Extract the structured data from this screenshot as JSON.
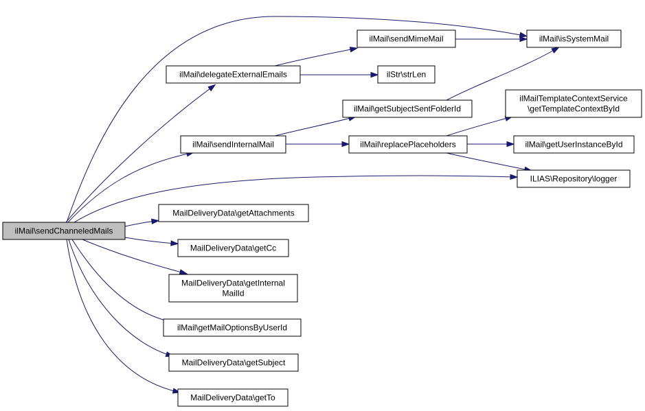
{
  "graph": {
    "nodes": [
      {
        "id": "sendChanneledMails",
        "lines": [
          "ilMail\\sendChanneledMails"
        ],
        "root": true
      },
      {
        "id": "delegateExternalEmails",
        "lines": [
          "ilMail\\delegateExternalEmails"
        ]
      },
      {
        "id": "sendMimeMail",
        "lines": [
          "ilMail\\sendMimeMail"
        ]
      },
      {
        "id": "isSystemMail",
        "lines": [
          "ilMail\\isSystemMail"
        ]
      },
      {
        "id": "strLen",
        "lines": [
          "ilStr\\strLen"
        ]
      },
      {
        "id": "getSubjectSentFolderId",
        "lines": [
          "ilMail\\getSubjectSentFolderId"
        ]
      },
      {
        "id": "templateContext",
        "lines": [
          "ilMailTemplateContextService",
          "\\getTemplateContextById"
        ]
      },
      {
        "id": "sendInternalMail",
        "lines": [
          "ilMail\\sendInternalMail"
        ]
      },
      {
        "id": "replacePlaceholders",
        "lines": [
          "ilMail\\replacePlaceholders"
        ]
      },
      {
        "id": "getUserInstanceById",
        "lines": [
          "ilMail\\getUserInstanceById"
        ]
      },
      {
        "id": "logger",
        "lines": [
          "ILIAS\\Repository\\logger"
        ]
      },
      {
        "id": "getAttachments",
        "lines": [
          "MailDeliveryData\\getAttachments"
        ]
      },
      {
        "id": "getCc",
        "lines": [
          "MailDeliveryData\\getCc"
        ]
      },
      {
        "id": "getInternalMailId",
        "lines": [
          "MailDeliveryData\\getInternal",
          "MailId"
        ]
      },
      {
        "id": "getMailOptionsByUserId",
        "lines": [
          "ilMail\\getMailOptionsByUserId"
        ]
      },
      {
        "id": "getSubject",
        "lines": [
          "MailDeliveryData\\getSubject"
        ]
      },
      {
        "id": "getTo",
        "lines": [
          "MailDeliveryData\\getTo"
        ]
      }
    ],
    "edges": [
      {
        "from": "sendChanneledMails",
        "to": "isSystemMail"
      },
      {
        "from": "sendChanneledMails",
        "to": "delegateExternalEmails"
      },
      {
        "from": "sendChanneledMails",
        "to": "sendInternalMail"
      },
      {
        "from": "sendChanneledMails",
        "to": "logger"
      },
      {
        "from": "sendChanneledMails",
        "to": "getAttachments"
      },
      {
        "from": "sendChanneledMails",
        "to": "getCc"
      },
      {
        "from": "sendChanneledMails",
        "to": "getInternalMailId"
      },
      {
        "from": "sendChanneledMails",
        "to": "getMailOptionsByUserId"
      },
      {
        "from": "sendChanneledMails",
        "to": "getSubject"
      },
      {
        "from": "sendChanneledMails",
        "to": "getTo"
      },
      {
        "from": "delegateExternalEmails",
        "to": "sendMimeMail"
      },
      {
        "from": "delegateExternalEmails",
        "to": "strLen"
      },
      {
        "from": "sendMimeMail",
        "to": "isSystemMail"
      },
      {
        "from": "getSubjectSentFolderId",
        "to": "isSystemMail"
      },
      {
        "from": "sendInternalMail",
        "to": "getSubjectSentFolderId"
      },
      {
        "from": "sendInternalMail",
        "to": "replacePlaceholders"
      },
      {
        "from": "replacePlaceholders",
        "to": "templateContext"
      },
      {
        "from": "replacePlaceholders",
        "to": "getUserInstanceById"
      },
      {
        "from": "replacePlaceholders",
        "to": "logger"
      }
    ]
  }
}
